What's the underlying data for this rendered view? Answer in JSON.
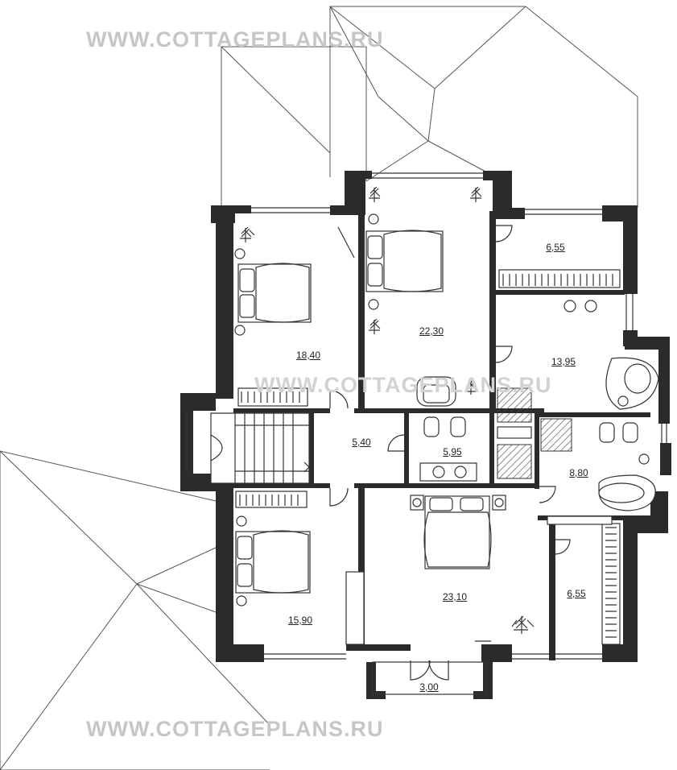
{
  "watermarks": {
    "top": "WWW.COTTAGEPLANS.RU",
    "middle": "WWW.COTTAGEPLANS.RU",
    "bottom": "WWW.COTTAGEPLANS.RU"
  },
  "rooms": [
    {
      "id": "bedroom-nw",
      "area": "18,40"
    },
    {
      "id": "bedroom-n",
      "area": "22,30"
    },
    {
      "id": "closet-ne",
      "area": "6,55"
    },
    {
      "id": "bathroom-e",
      "area": "13,95"
    },
    {
      "id": "hall",
      "area": "5,40"
    },
    {
      "id": "bathroom-center",
      "area": "5,95"
    },
    {
      "id": "bathroom-se",
      "area": "8,80"
    },
    {
      "id": "bedroom-sw",
      "area": "15,90"
    },
    {
      "id": "bedroom-s",
      "area": "23,10"
    },
    {
      "id": "closet-se",
      "area": "6,55"
    },
    {
      "id": "balcony",
      "area": "3,00"
    }
  ],
  "colors": {
    "wall": "#2b2b2b",
    "line": "#333333",
    "watermark": "#c6c6c6",
    "background": "#ffffff"
  }
}
